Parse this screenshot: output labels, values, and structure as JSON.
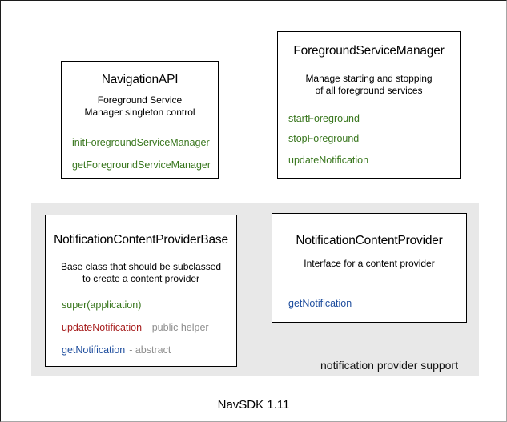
{
  "diagram": {
    "caption": "NavSDK 1.11",
    "group_label": "notification provider support",
    "colors": {
      "method_green": "#38761d",
      "method_red": "#a61c1c",
      "method_blue": "#1f4e9e",
      "note_gray": "#8e8e8e",
      "group_background": "#e8e8e8",
      "box_border": "#000000"
    },
    "boxes": [
      {
        "id": "NavigationAPI",
        "title": "NavigationAPI",
        "description": [
          "Foreground Service",
          "Manager singleton control"
        ],
        "methods": [
          {
            "name": "initForegroundServiceManager",
            "color": "#38761d"
          },
          {
            "name": "getForegroundServiceManager",
            "color": "#38761d"
          }
        ]
      },
      {
        "id": "ForegroundServiceManager",
        "title": "ForegroundServiceManager",
        "description": [
          "Manage starting and stopping",
          "of all foreground services"
        ],
        "methods": [
          {
            "name": "startForeground",
            "color": "#38761d"
          },
          {
            "name": "stopForeground",
            "color": "#38761d"
          },
          {
            "name": "updateNotification",
            "color": "#38761d"
          }
        ]
      },
      {
        "id": "NotificationContentProviderBase",
        "title": "NotificationContentProviderBase",
        "description": [
          "Base class that should be subclassed",
          "to create a content provider"
        ],
        "methods": [
          {
            "name": "super(application)",
            "color": "#38761d"
          },
          {
            "name": "updateNotification",
            "note": "- public helper",
            "color": "#a61c1c"
          },
          {
            "name": "getNotification",
            "note": "- abstract",
            "color": "#1f4e9e"
          }
        ]
      },
      {
        "id": "NotificationContentProvider",
        "title": "NotificationContentProvider",
        "description": [
          "Interface for a content provider"
        ],
        "methods": [
          {
            "name": "getNotification",
            "color": "#1f4e9e"
          }
        ]
      }
    ]
  }
}
